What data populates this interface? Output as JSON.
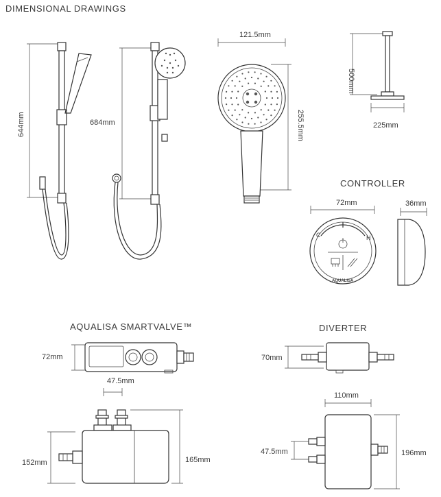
{
  "headings": {
    "page_title": "DIMENSIONAL DRAWINGS",
    "controller": "CONTROLLER",
    "smartvalve": "AQUALISA SMARTVALVE™",
    "diverter": "DIVERTER"
  },
  "dimensions": {
    "rail_kit_1_height": "644mm",
    "rail_kit_2_height": "684mm",
    "handset_width": "121.5mm",
    "handset_height": "255.5mm",
    "ceiling_arm_height": "500mm",
    "ceiling_head_width": "225mm",
    "controller_width": "72mm",
    "controller_depth": "36mm",
    "smartvalve_depth": "72mm",
    "smartvalve_inlet_spacing": "47.5mm",
    "smartvalve_height_left": "152mm",
    "smartvalve_height_right": "165mm",
    "diverter_depth": "70mm",
    "diverter_width": "110mm",
    "diverter_outlet_spacing": "47.5mm",
    "diverter_height": "196mm"
  },
  "controller_face": {
    "cold_label": "C",
    "hot_label": "H",
    "brand": "AQUALISA"
  }
}
